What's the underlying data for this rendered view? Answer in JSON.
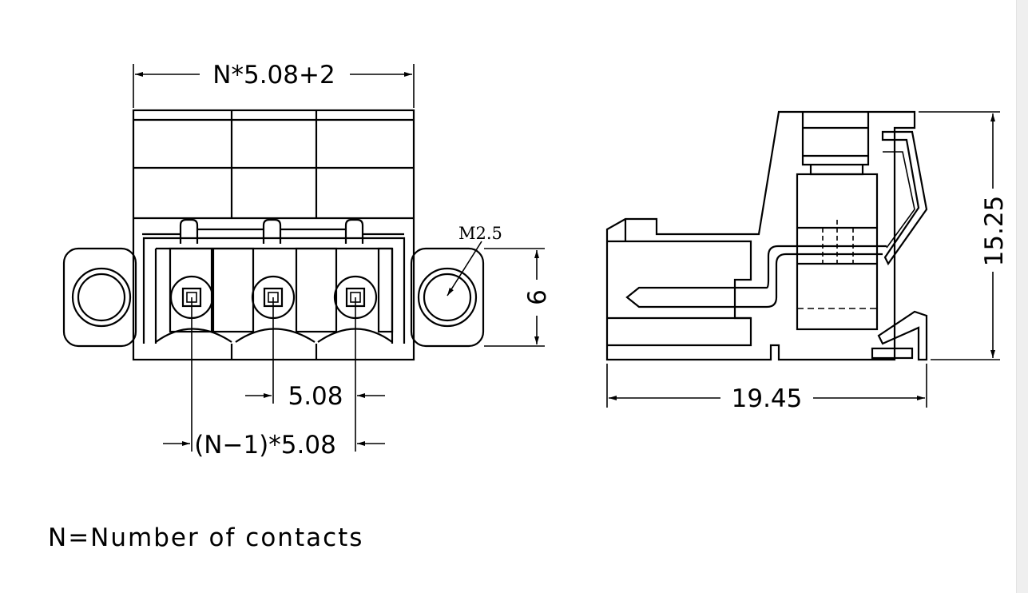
{
  "front_view": {
    "dims": {
      "total_width": "N*5.08+2",
      "pitch": "5.08",
      "span": "(N−1)*5.08",
      "height": "6"
    },
    "screw_note": "M2.5"
  },
  "side_view": {
    "dims": {
      "depth": "19.45",
      "height": "15.25"
    }
  },
  "legend": {
    "note": "N=Number of contacts"
  },
  "colors": {
    "line": "#000000",
    "background": "#ffffff",
    "hatch": "#000000"
  }
}
